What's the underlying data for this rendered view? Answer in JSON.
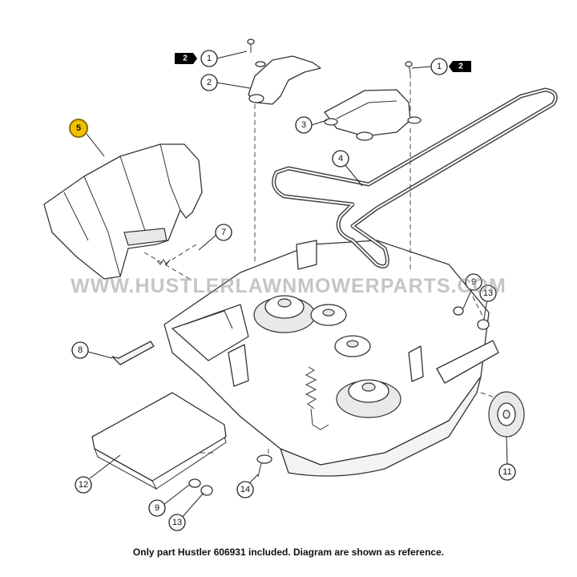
{
  "watermark": "WWW.HUSTLERLAWNMOWERPARTS.COM",
  "caption": "Only part Hustler 606931 included. Diagram are shown as reference.",
  "highlight_color": "#f2c200",
  "callouts": {
    "c1a": "1",
    "c1b": "1",
    "c2": "2",
    "c3": "3",
    "c4": "4",
    "c5": "5",
    "c7": "7",
    "c8": "8",
    "c9a": "9",
    "c9b": "9",
    "c11": "11",
    "c12": "12",
    "c13a": "13",
    "c13b": "13",
    "c14": "14"
  },
  "tags": {
    "t1": "2",
    "t2": "2"
  }
}
